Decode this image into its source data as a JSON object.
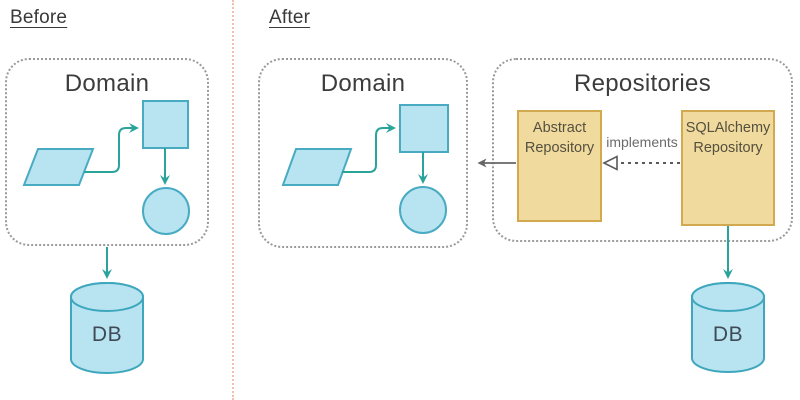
{
  "panels": {
    "before": {
      "heading": "Before",
      "domain_title": "Domain",
      "db_label": "DB"
    },
    "after": {
      "heading": "After",
      "domain_title": "Domain",
      "repositories_title": "Repositories",
      "abstract_repository_label": "Abstract Repository",
      "sqlalchemy_repository_label": "SQLAlchemy Repository",
      "implements_label": "implements",
      "db_label": "DB"
    }
  },
  "colors": {
    "shape_fill": "#b8e4f2",
    "shape_stroke": "#49abc2",
    "cylinder_stroke": "#3fa7bd",
    "flow_arrow": "#2aa49a",
    "container_border": "#9a9a9a",
    "repository_fill": "#f0da9e",
    "repository_border": "#d2a94f",
    "gray_arrow": "#666666",
    "divider": "#efc0ac",
    "heading_text": "#3a3a3a",
    "db_text": "#3e4a55"
  }
}
